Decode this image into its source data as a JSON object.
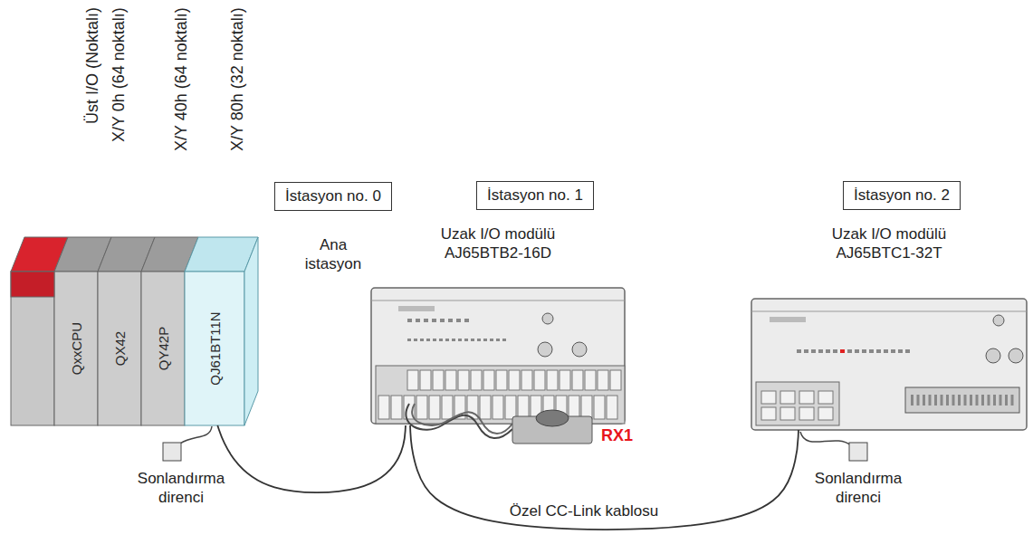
{
  "diagram": {
    "nodes": [
      {
        "text": [
          "QxxCPU"
        ]
      },
      {
        "text": [
          "QX42"
        ]
      },
      {
        "text": [
          "QY42P"
        ]
      },
      {
        "text": [
          "QJ61BT11N"
        ]
      },
      {
        "text": [
          "İstasyon no. 0"
        ]
      },
      {
        "text": [
          "İstasyon no. 1"
        ]
      },
      {
        "text": [
          "Uzak I/O modülü AJ65BTB2-16D"
        ]
      },
      {
        "text": [
          "İstasyon no. 2"
        ]
      },
      {
        "text": [
          "Uzak I/O modülü AJ65BTC1-32T"
        ]
      }
    ],
    "edges": [
      {
        "from": 3,
        "to": 6,
        "arrow": "none"
      },
      {
        "from": 6,
        "to": 8,
        "label": "Özel CC-Link kablosu",
        "arrow": "none"
      }
    ],
    "labels": [
      "Üst I/O (Noktalı)",
      "X/Y 0h (64 noktalı)",
      "X/Y 40h (64 noktalı)",
      "X/Y 80h (32 noktalı)",
      "Ana istasyon",
      "RX1",
      "Sonlandırma direnci",
      "Sonlandırma direnci"
    ]
  }
}
